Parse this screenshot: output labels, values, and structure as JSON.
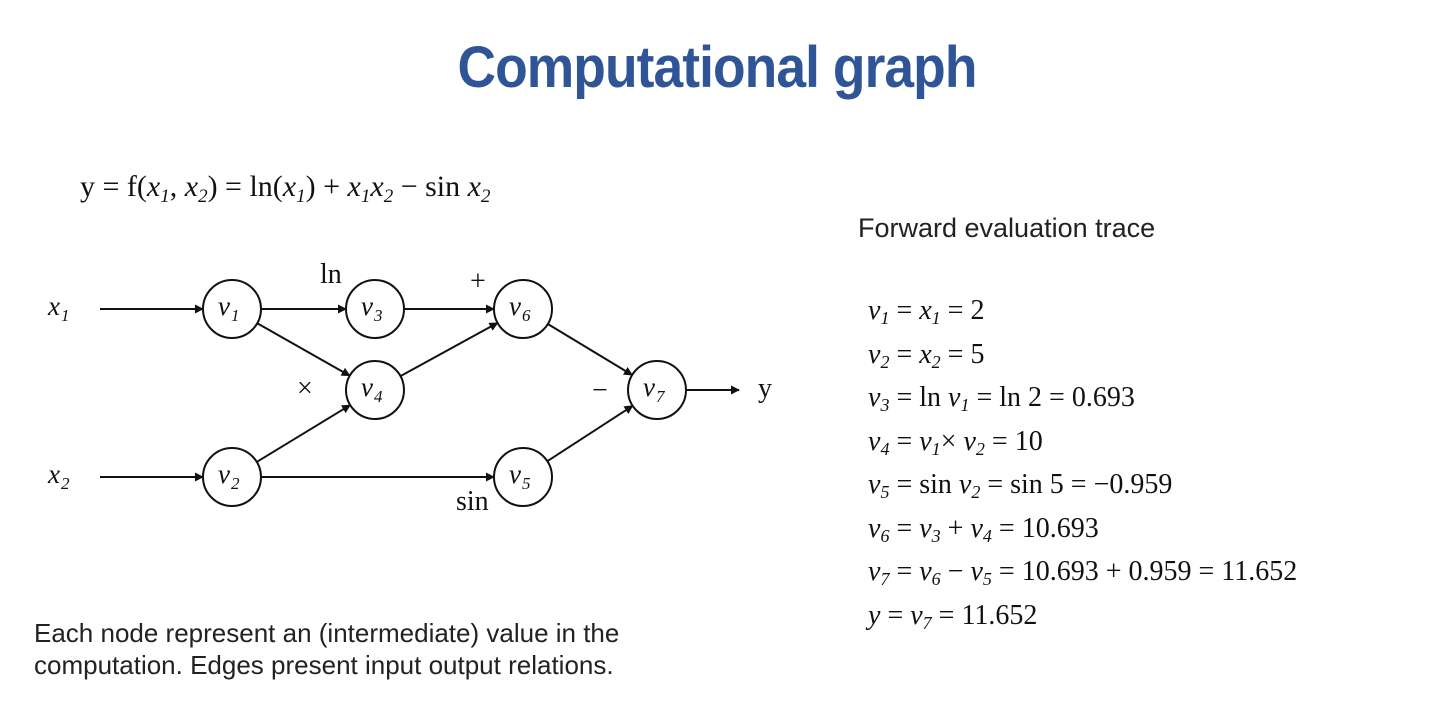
{
  "title": "Computational graph",
  "formula": {
    "lhs": "y = f(",
    "x1": "x",
    "x1_sub": "1",
    "comma": ", ",
    "x2": "x",
    "x2_sub": "2",
    "mid": ") = ln(",
    "x3": "x",
    "x3_sub": "1",
    "mid2": ") + ",
    "x4": "x",
    "x4_sub": "1",
    "x5": "x",
    "x5_sub": "2",
    "tail": " − sin ",
    "x6": "x",
    "x6_sub": "2"
  },
  "graph": {
    "nodes": [
      {
        "id": "v1",
        "var": "v",
        "sub": "1"
      },
      {
        "id": "v2",
        "var": "v",
        "sub": "2"
      },
      {
        "id": "v3",
        "var": "v",
        "sub": "3"
      },
      {
        "id": "v4",
        "var": "v",
        "sub": "4"
      },
      {
        "id": "v5",
        "var": "v",
        "sub": "5"
      },
      {
        "id": "v6",
        "var": "v",
        "sub": "6"
      },
      {
        "id": "v7",
        "var": "v",
        "sub": "7"
      }
    ],
    "inputs": [
      {
        "id": "x1",
        "var": "x",
        "sub": "1"
      },
      {
        "id": "x2",
        "var": "x",
        "sub": "2"
      }
    ],
    "output": "y",
    "edges": [
      {
        "from": "x1",
        "to": "v1"
      },
      {
        "from": "x2",
        "to": "v2"
      },
      {
        "from": "v1",
        "to": "v3"
      },
      {
        "from": "v1",
        "to": "v4"
      },
      {
        "from": "v2",
        "to": "v4"
      },
      {
        "from": "v2",
        "to": "v5"
      },
      {
        "from": "v3",
        "to": "v6"
      },
      {
        "from": "v4",
        "to": "v6"
      },
      {
        "from": "v6",
        "to": "v7"
      },
      {
        "from": "v5",
        "to": "v7"
      },
      {
        "from": "v7",
        "to": "y"
      }
    ],
    "op_labels": {
      "ln": "ln",
      "plus": "+",
      "times": "×",
      "minus": "−",
      "sin": "sin"
    }
  },
  "trace": {
    "heading": "Forward evaluation trace",
    "lines": [
      [
        {
          "t": "v",
          "i": true
        },
        {
          "t": "1",
          "s": true
        },
        {
          "t": " = "
        },
        {
          "t": "x",
          "i": true
        },
        {
          "t": "1",
          "s": true
        },
        {
          "t": " = 2"
        }
      ],
      [
        {
          "t": "v",
          "i": true
        },
        {
          "t": "2",
          "s": true
        },
        {
          "t": " = "
        },
        {
          "t": "x",
          "i": true
        },
        {
          "t": "2",
          "s": true
        },
        {
          "t": " = 5"
        }
      ],
      [
        {
          "t": "v",
          "i": true
        },
        {
          "t": "3",
          "s": true
        },
        {
          "t": " = ln "
        },
        {
          "t": "v",
          "i": true
        },
        {
          "t": "1",
          "s": true
        },
        {
          "t": " = ln 2 = 0.693"
        }
      ],
      [
        {
          "t": "v",
          "i": true
        },
        {
          "t": "4",
          "s": true
        },
        {
          "t": " = "
        },
        {
          "t": "v",
          "i": true
        },
        {
          "t": "1",
          "s": true
        },
        {
          "t": "× "
        },
        {
          "t": "v",
          "i": true
        },
        {
          "t": "2",
          "s": true
        },
        {
          "t": " = 10"
        }
      ],
      [
        {
          "t": "v",
          "i": true
        },
        {
          "t": "5",
          "s": true
        },
        {
          "t": " = sin "
        },
        {
          "t": "v",
          "i": true
        },
        {
          "t": "2",
          "s": true
        },
        {
          "t": " = sin 5 = −0.959"
        }
      ],
      [
        {
          "t": "v",
          "i": true
        },
        {
          "t": "6",
          "s": true
        },
        {
          "t": " = "
        },
        {
          "t": "v",
          "i": true
        },
        {
          "t": "3",
          "s": true
        },
        {
          "t": " + "
        },
        {
          "t": "v",
          "i": true
        },
        {
          "t": "4",
          "s": true
        },
        {
          "t": " = 10.693"
        }
      ],
      [
        {
          "t": "v",
          "i": true
        },
        {
          "t": "7",
          "s": true
        },
        {
          "t": " = "
        },
        {
          "t": "v",
          "i": true
        },
        {
          "t": "6",
          "s": true
        },
        {
          "t": " − "
        },
        {
          "t": "v",
          "i": true
        },
        {
          "t": "5",
          "s": true
        },
        {
          "t": " = 10.693 + 0.959 = 11.652"
        }
      ],
      [
        {
          "t": "y",
          "i": true
        },
        {
          "t": " = "
        },
        {
          "t": "v",
          "i": true
        },
        {
          "t": "7",
          "s": true
        },
        {
          "t": " = 11.652"
        }
      ]
    ]
  },
  "caption": {
    "line1": "Each node represent an (intermediate) value in the",
    "line2": "computation. Edges present input output relations."
  },
  "colors": {
    "title": "#2f5597",
    "ink": "#111111"
  }
}
